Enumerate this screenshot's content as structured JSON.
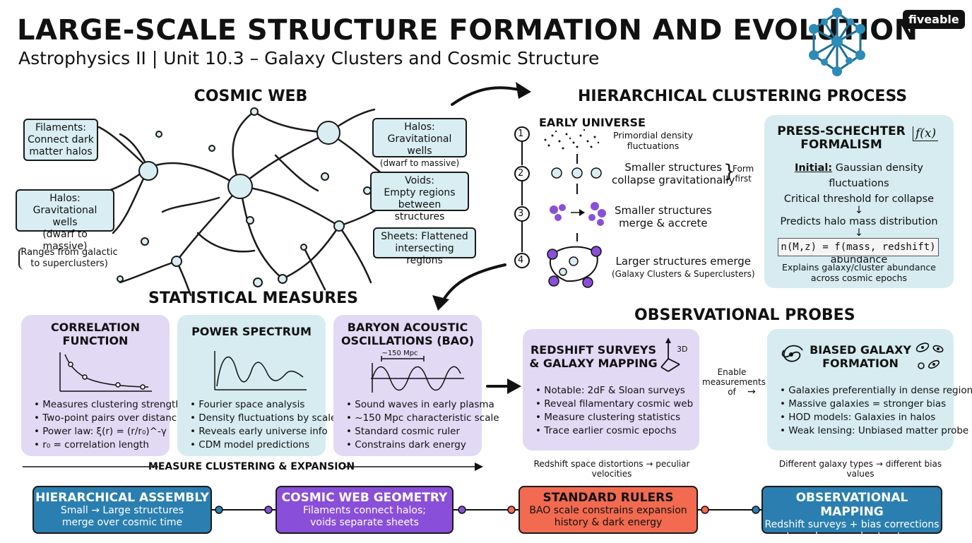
{
  "header": {
    "title": "LARGE-SCALE STRUCTURE FORMATION AND EVOLUTION",
    "subtitle": "Astrophysics II | Unit 10.3 – Galaxy Clusters and Cosmic Structure",
    "brand": "fiveable",
    "logo_icon": "network-sphere-icon"
  },
  "cosmic_web": {
    "heading": "COSMIC WEB",
    "filaments": [
      "Filaments:",
      "Connect dark",
      "matter halos"
    ],
    "halos_left": [
      "Halos:",
      "Gravitational wells",
      "(dwarf to massive)"
    ],
    "halos_right": [
      "Halos:",
      "Gravitational wells",
      "(dwarf to massive)"
    ],
    "voids": [
      "Voids:",
      "Empty regions",
      "between structures"
    ],
    "sheets": [
      "Sheets: Flattened",
      "intersecting regions"
    ],
    "ranges": [
      "Ranges from galactic",
      "to superclusters)"
    ]
  },
  "hierarchical": {
    "heading": "HIERARCHICAL CLUSTERING PROCESS",
    "early_universe": "EARLY UNIVERSE",
    "steps": [
      {
        "num": "1",
        "lines": [
          "Primordial density",
          "fluctuations"
        ]
      },
      {
        "num": "2",
        "lines": [
          "Smaller structures",
          "collapse gravitationally"
        ]
      },
      {
        "num": "3",
        "lines": [
          "Smaller structures",
          "merge & accrete"
        ]
      },
      {
        "num": "4",
        "lines": [
          "Larger structures emerge",
          "(Galaxy Clusters & Superclusters)"
        ]
      }
    ],
    "form_first": [
      "Form",
      "first"
    ]
  },
  "press_schechter": {
    "title_lines": [
      "PRESS-SCHECHTER",
      "FORMALISM"
    ],
    "fx_icon": "f(x)",
    "initial_label": "Initial:",
    "initial_text": "Gaussian density fluctuations",
    "line2": "Critical threshold for collapse",
    "line3": "Predicts halo mass distribution",
    "line4": "n(M,z) = dark matter halo abundance",
    "formula": "n(M,z) = f(mass, redshift)",
    "footer": [
      "Explains galaxy/cluster abundance",
      "across cosmic epochs"
    ]
  },
  "statistical": {
    "heading": "STATISTICAL MEASURES",
    "correlation": {
      "title": [
        "CORRELATION",
        "FUNCTION"
      ],
      "bullets": [
        "Measures clustering strength",
        "Two-point pairs over distance r",
        "Power law: ξ(r) = (r/r₀)^-γ",
        "r₀ = correlation length"
      ]
    },
    "power": {
      "title": [
        "POWER SPECTRUM"
      ],
      "bullets": [
        "Fourier space analysis",
        "Density fluctuations by scale",
        "Reveals early universe info",
        "CDM model predictions"
      ]
    },
    "bao": {
      "title": [
        "BARYON ACOUSTIC",
        "OSCILLATIONS (BAO)"
      ],
      "scale_label": "~150 Mpc",
      "bullets": [
        "Sound waves in early plasma",
        "~150 Mpc characteristic scale",
        "Standard cosmic ruler",
        "Constrains dark energy"
      ]
    },
    "footer": "MEASURE CLUSTERING & EXPANSION"
  },
  "observational": {
    "heading": "OBSERVATIONAL PROBES",
    "redshift": {
      "title": [
        "REDSHIFT SURVEYS",
        "& GALAXY MAPPING"
      ],
      "icon_label": "3D",
      "bullets": [
        "Notable: 2dF & Sloan surveys",
        "Reveal filamentary cosmic web",
        "Measure clustering statistics",
        "Trace earlier cosmic epochs"
      ],
      "footer": "Redshift space distortions → peculiar velocities"
    },
    "enable": [
      "Enable",
      "measurements",
      "of"
    ],
    "biased": {
      "title": [
        "BIASED GALAXY",
        "FORMATION"
      ],
      "bullets": [
        "Galaxies preferentially in dense regions",
        "Massive galaxies = stronger bias",
        "HOD models: Galaxies in halos",
        "Weak lensing: Unbiased matter probe"
      ],
      "footer": "Different galaxy types → different bias values"
    }
  },
  "bottom": [
    {
      "title": "HIERARCHICAL ASSEMBLY",
      "lines": [
        "Small → Large structures",
        "merge over cosmic time"
      ],
      "color": "#2a7fb0"
    },
    {
      "title": "COSMIC WEB GEOMETRY",
      "lines": [
        "Filaments connect halos;",
        "voids separate sheets"
      ],
      "color": "#8a4fd8"
    },
    {
      "title": "STANDARD RULERS",
      "lines": [
        "BAO scale constrains expansion",
        "history & dark energy"
      ],
      "color": "#f26a4f"
    },
    {
      "title": "OBSERVATIONAL MAPPING",
      "lines": [
        "Redshift surveys + bias corrections",
        "trace large-scale structure"
      ],
      "color": "#2a7fb0"
    }
  ]
}
